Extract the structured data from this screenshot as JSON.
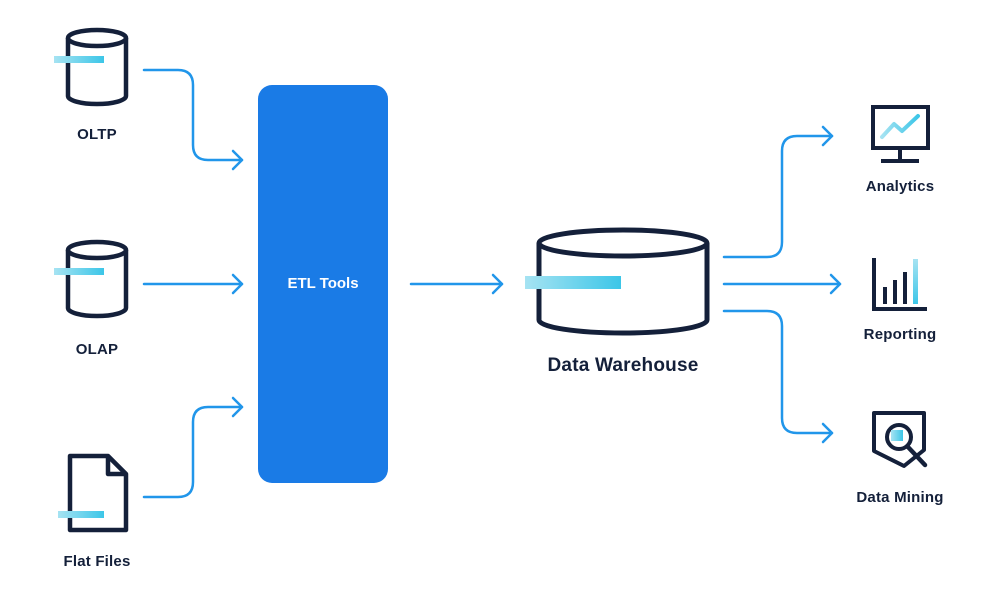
{
  "sources": [
    {
      "label": "OLTP",
      "icon": "database-icon"
    },
    {
      "label": "OLAP",
      "icon": "database-icon"
    },
    {
      "label": "Flat Files",
      "icon": "file-icon"
    }
  ],
  "etl": {
    "label": "ETL Tools"
  },
  "warehouse": {
    "label": "Data Warehouse",
    "icon": "warehouse-cylinder-icon"
  },
  "outputs": [
    {
      "label": "Analytics",
      "icon": "monitor-chart-icon"
    },
    {
      "label": "Reporting",
      "icon": "bar-chart-icon"
    },
    {
      "label": "Data Mining",
      "icon": "magnifier-shield-icon"
    }
  ],
  "colors": {
    "etl_box": "#1a7be6",
    "arrow": "#2196ea",
    "icon_stroke": "#14203a",
    "accent_light": "#a6e3f2",
    "accent_mid": "#3cc6e8"
  }
}
